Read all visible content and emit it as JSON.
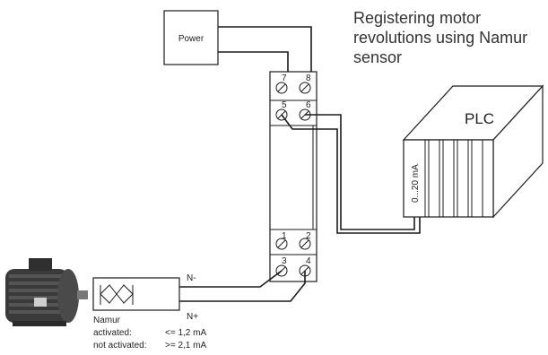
{
  "title": {
    "line1": "Registering motor",
    "line2": "revolutions using Namur",
    "line3": "sensor"
  },
  "power_label": "Power",
  "plc": {
    "label": "PLC",
    "input_label": "0...20 mA"
  },
  "terminals": {
    "t7": "7",
    "t8": "8",
    "t5": "5",
    "t6": "6",
    "t1": "1",
    "t2": "2",
    "t3": "3",
    "t4": "4"
  },
  "sensor": {
    "n_minus": "N-",
    "n_plus": "N+",
    "name": "Namur",
    "activated_label": "activated:",
    "activated_value": "<= 1,2 mA",
    "not_activated_label": "not activated:",
    "not_activated_value": ">= 2,1 mA"
  }
}
